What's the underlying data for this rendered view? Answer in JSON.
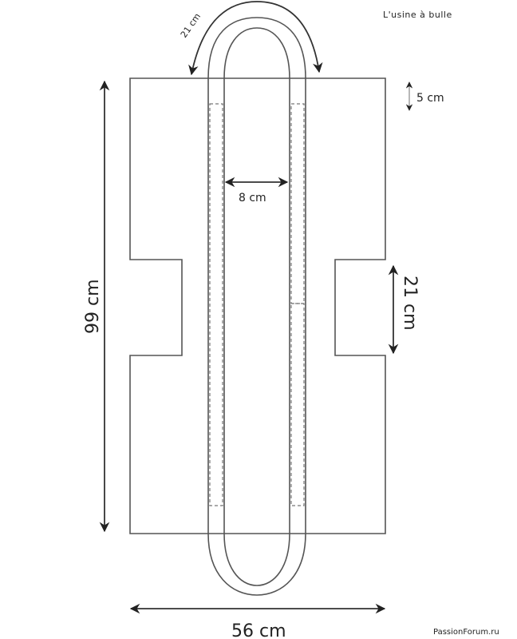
{
  "brand": "L'usine à bulle",
  "watermark": "PassionForum.ru",
  "dimensions": {
    "handle_length": "21 cm",
    "top_hem": "5 cm",
    "handle_spacing": "8 cm",
    "notch_height": "21 cm",
    "total_height": "99 cm",
    "total_width": "56 cm"
  },
  "colors": {
    "line": "#555555",
    "text": "#222222"
  }
}
